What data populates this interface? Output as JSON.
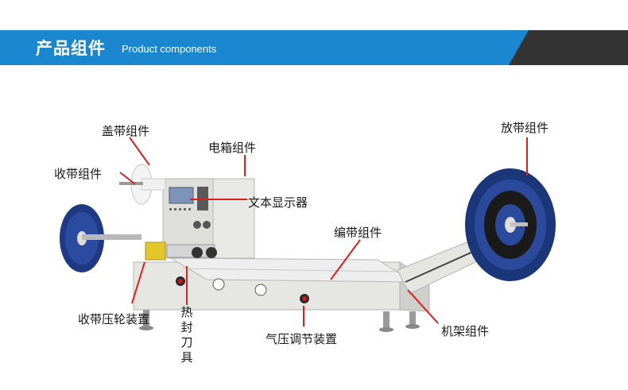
{
  "banner": {
    "title": "产品组件",
    "subtitle": "Product components",
    "accent_color": "#1a87d0",
    "dark_color": "#333333"
  },
  "labels": {
    "cover_tape": "盖带组件",
    "electric_box": "电箱组件",
    "take_up": "收带组件",
    "text_display": "文本显示器",
    "release": "放带组件",
    "taping": "编带组件",
    "pressure_wheel": "收带压轮装置",
    "heat_seal": "热封刀具",
    "air_pressure": "气压调节装置",
    "frame": "机架组件"
  },
  "pointer_color": "#d7201f"
}
